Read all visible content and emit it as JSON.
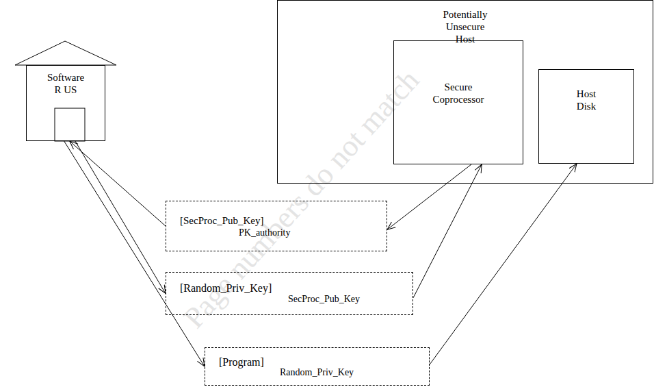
{
  "diagram": {
    "nodes": [
      {
        "text": [
          "Software R US"
        ]
      },
      {
        "text": [
          "Potentially Unsecure Host"
        ]
      },
      {
        "text": [
          "Secure Coprocessor"
        ],
        "in": 1
      },
      {
        "text": [
          "Host Disk"
        ],
        "in": 1
      },
      {
        "text": [
          "[SecProc_Pub_Key]",
          "PK_authority"
        ]
      },
      {
        "text": [
          "[Random_Priv_Key]",
          "SecProc_Pub_Key"
        ]
      },
      {
        "text": [
          "[Program]",
          "Random_Priv_Key"
        ]
      }
    ],
    "edges": [
      {
        "from": 2,
        "to": 4,
        "arrow": "to"
      },
      {
        "from": 4,
        "to": 0,
        "arrow": "to"
      },
      {
        "from": 0,
        "to": 5,
        "arrow": "to"
      },
      {
        "from": 5,
        "to": 2,
        "arrow": "to"
      },
      {
        "from": 0,
        "to": 6,
        "arrow": "to"
      },
      {
        "from": 6,
        "to": 3,
        "arrow": "to"
      }
    ],
    "labels": [
      "Page numbers do not match"
    ]
  }
}
